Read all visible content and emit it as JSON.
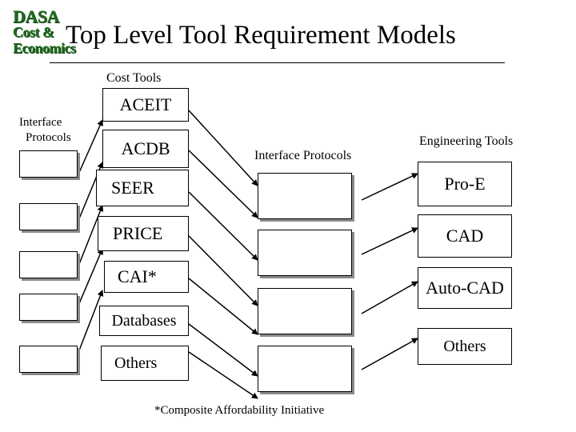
{
  "logo": {
    "line1": "DASA",
    "line2": "Cost &",
    "line3": "Economics"
  },
  "title": "Top Level Tool Requirement Models",
  "cost_tools": {
    "heading": "Cost Tools",
    "items": [
      "ACEIT",
      "ACDB",
      "SEER",
      "PRICE",
      "CAI*",
      "Databases",
      "Others"
    ]
  },
  "left_protocols": {
    "heading_line1": "Interface",
    "heading_line2": "Protocols",
    "box_count": 5
  },
  "middle_protocols": {
    "heading": "Interface Protocols",
    "box_count": 4
  },
  "engineering_tools": {
    "heading": "Engineering Tools",
    "items": [
      "Pro-E",
      "CAD",
      "Auto-CAD",
      "Others"
    ]
  },
  "footnote": "*Composite Affordability Initiative"
}
